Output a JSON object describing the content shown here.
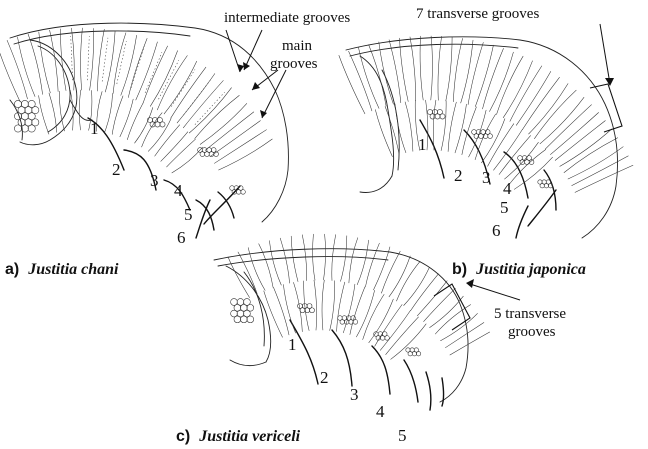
{
  "panels": [
    {
      "id": "a",
      "caption_letter": "a)",
      "caption_species": "Justitia chani",
      "numbers": [
        "1",
        "2",
        "3",
        "4",
        "5",
        "6"
      ],
      "callouts": [
        "intermediate grooves",
        "main",
        "grooves"
      ]
    },
    {
      "id": "b",
      "caption_letter": "b)",
      "caption_species": "Justitia japonica",
      "numbers": [
        "1",
        "2",
        "3",
        "4",
        "5",
        "6"
      ],
      "callouts": [
        "7 transverse grooves"
      ]
    },
    {
      "id": "c",
      "caption_letter": "c)",
      "caption_species": "Justitia vericeli",
      "numbers": [
        "1",
        "2",
        "3",
        "4",
        "5"
      ],
      "callouts": [
        "5 transverse",
        "grooves"
      ]
    }
  ]
}
